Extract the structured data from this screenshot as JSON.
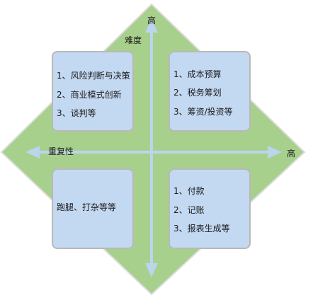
{
  "axes": {
    "vertical_label": "难度",
    "vertical_high": "高",
    "horizontal_label": "重复性",
    "horizontal_high": "高"
  },
  "quadrants": {
    "top_left": [
      "1、风险判断与决策",
      "2、商业模式创新",
      "3、谈判等"
    ],
    "top_right": [
      "1、成本预算",
      "2、税务筹划",
      "3、筹资/投资等"
    ],
    "bottom_left": [
      "跑腿、打杂等等"
    ],
    "bottom_right": [
      "1、付款",
      "2、记账",
      "3、报表生成等"
    ]
  },
  "colors": {
    "diamond_fill": "#a8d08d",
    "diamond_border": "#dcdcdc",
    "box_fill": "#c3d8f1",
    "box_border": "#b9b9b9",
    "arrow": "#bcd4ec"
  }
}
